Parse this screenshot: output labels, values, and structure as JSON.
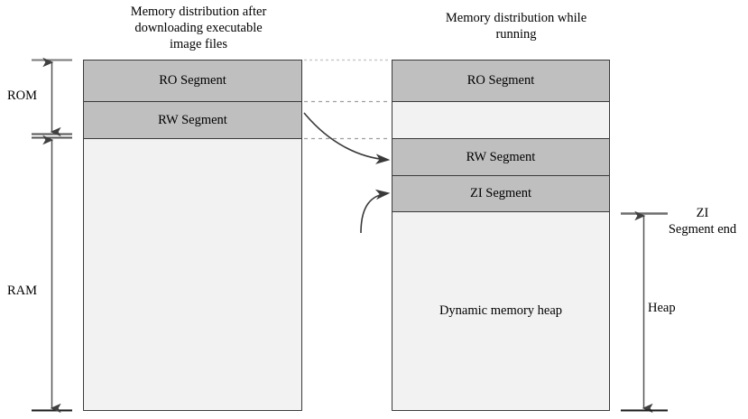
{
  "figure": {
    "type": "diagram",
    "subject": "ARM executable image memory layout: load view vs execution view",
    "background_color": "#ffffff",
    "segment_fill_gray": "#bfbfbf",
    "segment_fill_light": "#f2f2f2",
    "outline_color": "#3a3a3a",
    "connector_color": "#b3b3b3",
    "arrow_color": "#404040"
  },
  "titles": {
    "left": "Memory distribution after\ndownloading executable\nimage files",
    "right": "Memory distribution while\nrunning"
  },
  "left_column": {
    "name": "load-view-memory-column",
    "segments": [
      {
        "id": "ro",
        "label": "RO Segment",
        "fill": "gray",
        "region": "ROM"
      },
      {
        "id": "rw",
        "label": "RW Segment",
        "fill": "gray",
        "region": "ROM"
      },
      {
        "id": "free",
        "label": "",
        "fill": "light",
        "region": "RAM"
      }
    ]
  },
  "right_column": {
    "name": "run-view-memory-column",
    "segments": [
      {
        "id": "ro",
        "label": "RO Segment",
        "fill": "gray"
      },
      {
        "id": "gap",
        "label": "",
        "fill": "light"
      },
      {
        "id": "rw",
        "label": "RW Segment",
        "fill": "gray"
      },
      {
        "id": "zi",
        "label": "ZI Segment",
        "fill": "gray"
      },
      {
        "id": "heap",
        "label": "Dynamic memory heap",
        "fill": "light"
      }
    ]
  },
  "left_brackets": [
    {
      "id": "rom",
      "label": "ROM",
      "spans": "RO Segment + RW Segment"
    },
    {
      "id": "ram",
      "label": "RAM",
      "spans": "free / unused area below RW Segment"
    }
  ],
  "right_brackets": [
    {
      "id": "zi-segment-end",
      "label": "ZI\nSegment end"
    },
    {
      "id": "heap",
      "label": "Heap"
    }
  ],
  "connectors": {
    "dotted_alignment_lines": 3,
    "curved_arrows": [
      {
        "from": "left RW Segment (right edge)",
        "to": "right RW Segment (left edge)"
      },
      {
        "from": "below right column",
        "to": "right ZI Segment (left edge)"
      }
    ]
  }
}
